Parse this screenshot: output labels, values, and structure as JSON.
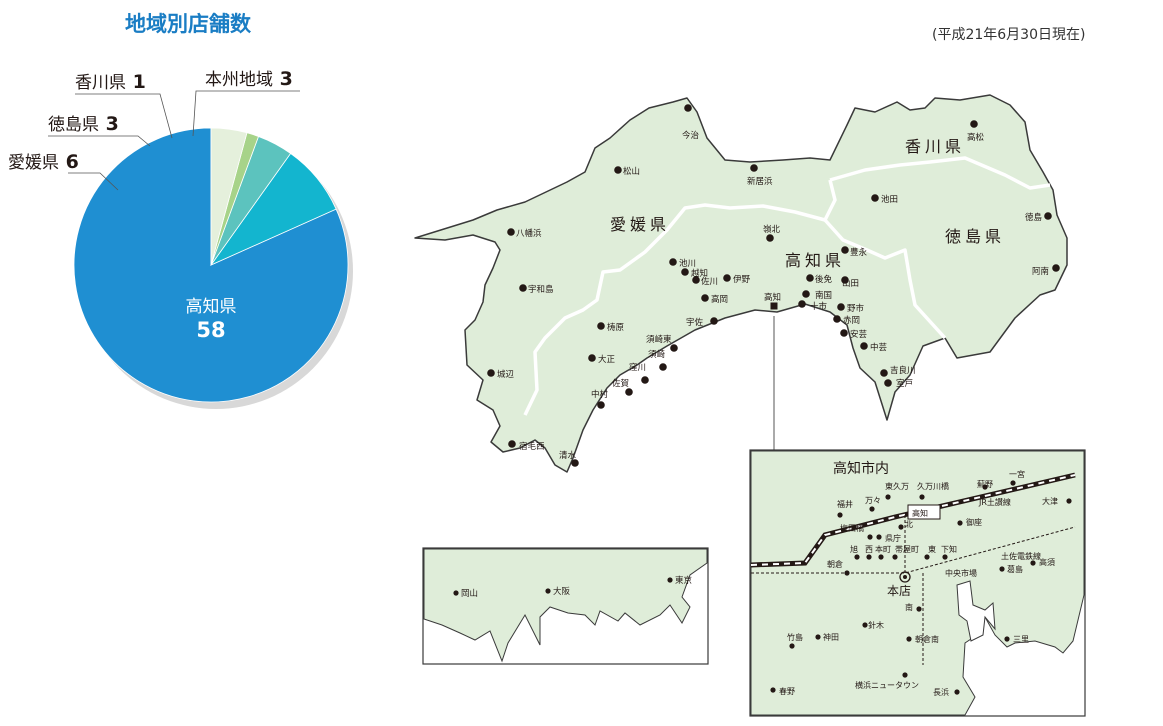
{
  "header": {
    "title": "地域別店舗数",
    "as_of": "(平成21年6月30日現在)"
  },
  "chart_data": {
    "type": "pie",
    "title": "地域別店舗数",
    "slices": [
      {
        "label": "高知県",
        "value": 58,
        "color": "#1f8fd2"
      },
      {
        "label": "愛媛県",
        "value": 6,
        "color": "#13b5cf"
      },
      {
        "label": "徳島県",
        "value": 3,
        "color": "#5cc3be"
      },
      {
        "label": "香川県",
        "value": 1,
        "color": "#a7d389"
      },
      {
        "label": "本州地域",
        "value": 3,
        "color": "#e5f0dc"
      }
    ]
  },
  "map": {
    "prefectures": [
      "香川県",
      "愛媛県",
      "高知県",
      "徳島県"
    ],
    "places": [
      "今治",
      "高松",
      "松山",
      "新居浜",
      "池田",
      "八幡浜",
      "嶺北",
      "徳島",
      "豊永",
      "池川",
      "越知",
      "佐川",
      "伊野",
      "宇和島",
      "後免",
      "南国",
      "山田",
      "高岡",
      "野市",
      "赤岡",
      "高知",
      "十市",
      "宇佐",
      "梼原",
      "須崎東",
      "安芸",
      "中芸",
      "大正",
      "須崎",
      "窪川",
      "佐賀",
      "吉良川",
      "城辺",
      "中村",
      "室戸",
      "阿南",
      "宿毛西",
      "清水"
    ],
    "inset": {
      "title": "高知市内",
      "places": [
        "東久万",
        "久万川橋",
        "薊野",
        "一宮",
        "福井",
        "万々",
        "高知",
        "JR土讃線",
        "大津",
        "北",
        "梅田橋",
        "県庁",
        "御座",
        "土佐電鉄線",
        "旭",
        "西",
        "本町",
        "帯屋町",
        "東",
        "下知",
        "朝倉",
        "中央市場",
        "高須",
        "葛島",
        "本店",
        "南",
        "針木",
        "朝倉南",
        "神田",
        "竹島",
        "三里",
        "横浜ニュータウン",
        "長浜",
        "春野"
      ]
    },
    "mainland": {
      "places": [
        "岡山",
        "大阪",
        "東京"
      ]
    }
  }
}
